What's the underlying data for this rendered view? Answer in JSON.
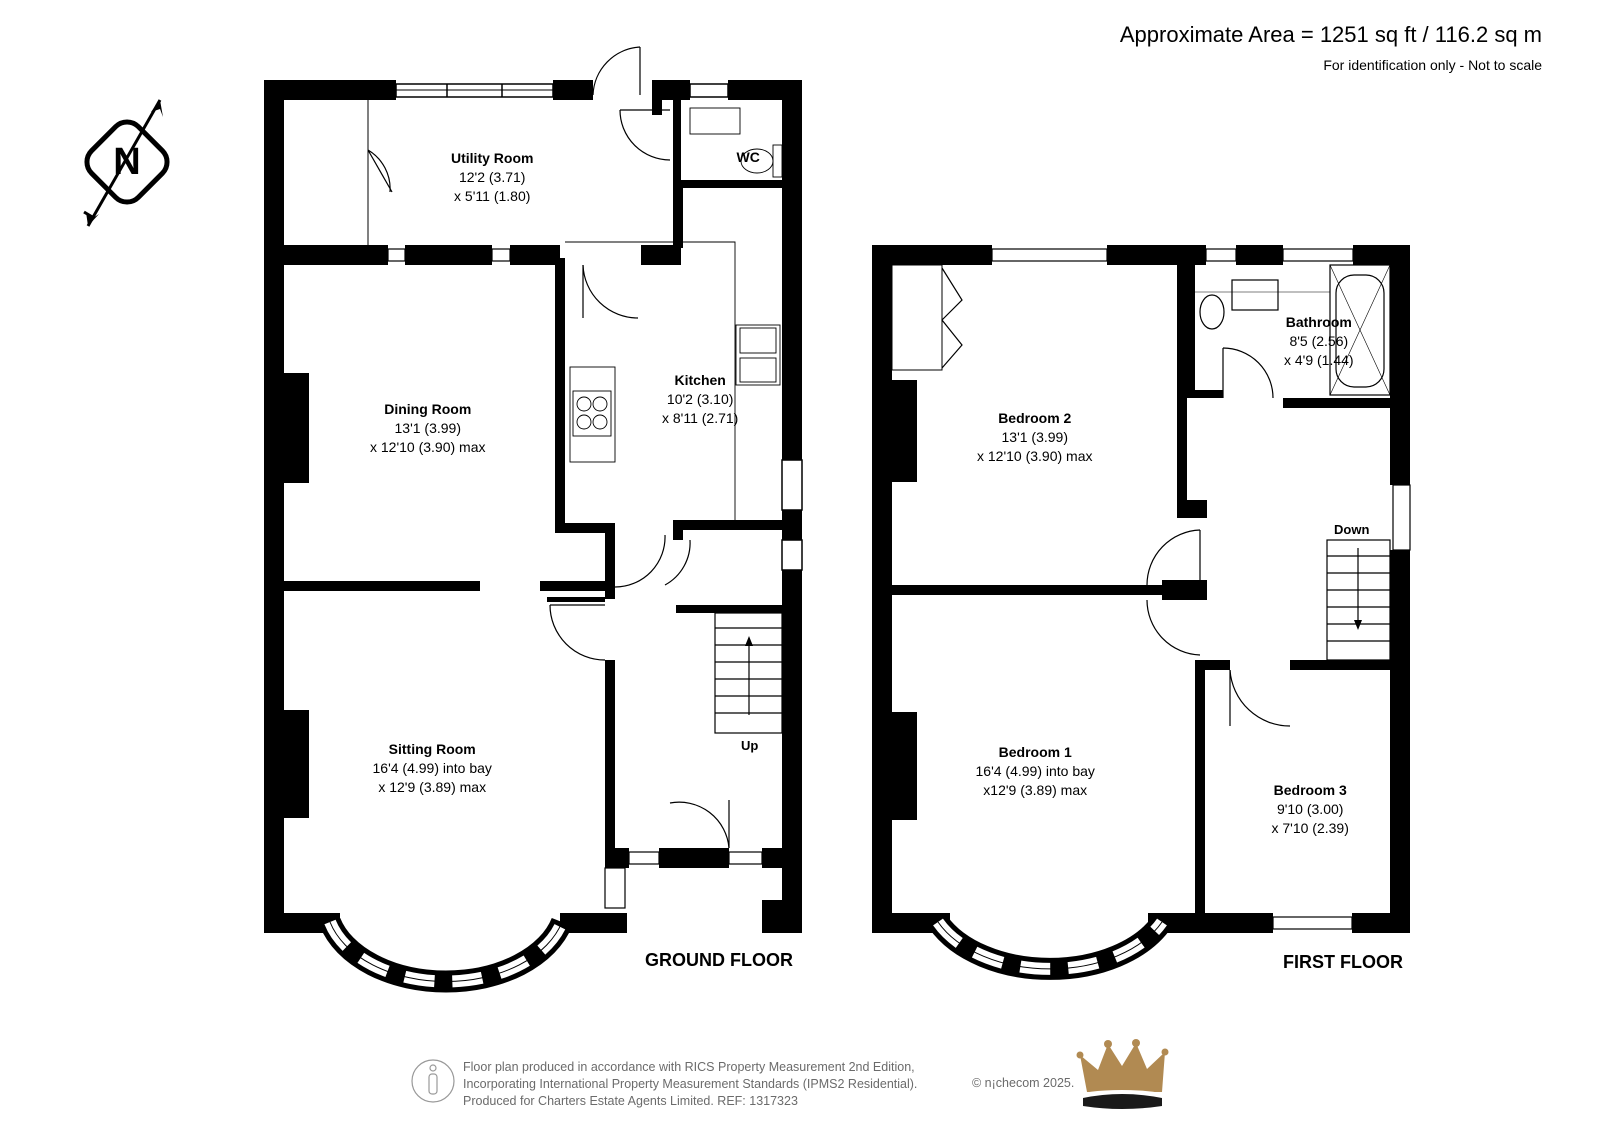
{
  "header": {
    "area": "Approximate Area = 1251 sq ft / 116.2 sq m",
    "note": "For identification only - Not to scale"
  },
  "floors": {
    "ground": "GROUND FLOOR",
    "first": "FIRST FLOOR"
  },
  "compass": {
    "letter": "N",
    "icon": "north-arrow-icon"
  },
  "rooms": {
    "utility": {
      "name": "Utility Room",
      "dim1": "12'2 (3.71)",
      "dim2": "x 5'11 (1.80)"
    },
    "wc": {
      "name": "WC"
    },
    "dining": {
      "name": "Dining Room",
      "dim1": "13'1 (3.99)",
      "dim2": "x 12'10 (3.90) max"
    },
    "kitchen": {
      "name": "Kitchen",
      "dim1": "10'2 (3.10)",
      "dim2": "x 8'11 (2.71)"
    },
    "sitting": {
      "name": "Sitting Room",
      "dim1": "16'4 (4.99) into bay",
      "dim2": "x 12'9 (3.89) max"
    },
    "bedroom2": {
      "name": "Bedroom 2",
      "dim1": "13'1 (3.99)",
      "dim2": "x 12'10 (3.90) max"
    },
    "bathroom": {
      "name": "Bathroom",
      "dim1": "8'5 (2.56)",
      "dim2": "x 4'9 (1.44)"
    },
    "bedroom1": {
      "name": "Bedroom 1",
      "dim1": "16'4 (4.99) into bay",
      "dim2": "x12'9 (3.89) max"
    },
    "bedroom3": {
      "name": "Bedroom 3",
      "dim1": "9'10 (3.00)",
      "dim2": "x 7'10 (2.39)"
    }
  },
  "stairs": {
    "up": "Up",
    "down": "Down"
  },
  "footer": {
    "line1": "Floor plan produced in accordance with RICS Property Measurement 2nd Edition,",
    "line2": "Incorporating International Property Measurement Standards (IPMS2 Residential).",
    "line3": "Produced for Charters Estate Agents Limited.   REF: 1317323",
    "copyright": "© n¡checom 2025.",
    "person_icon": "person-icon",
    "logo": "crown-logo"
  }
}
